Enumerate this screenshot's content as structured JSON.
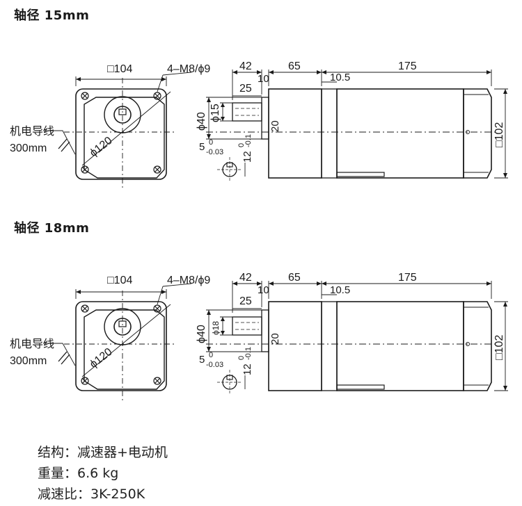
{
  "drawings": [
    {
      "title": "轴径 15mm",
      "labels": {
        "square_104": "□104",
        "bolt": "4–M8/ϕ9",
        "wire1": "机电导线",
        "wire2": "300mm",
        "dia120": "ϕ120",
        "d42": "42",
        "d65": "65",
        "d175": "175",
        "d10": "10",
        "d10_5": "10.5",
        "d25": "25",
        "dia40": "ϕ40",
        "shaft": "ϕ15",
        "d20": "20",
        "square_102": "□102",
        "key5": "5",
        "key5_tol_up": "0",
        "key5_tol_down": "-0.03",
        "key12": "12",
        "key12_tol_up": "0",
        "key12_tol_down": "-0.1"
      }
    },
    {
      "title": "轴径 18mm",
      "labels": {
        "square_104": "□104",
        "bolt": "4–M8/ϕ9",
        "wire1": "机电导线",
        "wire2": "300mm",
        "dia120": "ϕ120",
        "d42": "42",
        "d65": "65",
        "d175": "175",
        "d10": "10",
        "d10_5": "10.5",
        "d25": "25",
        "dia40": "ϕ40",
        "shaft": "ϕ18",
        "d20": "20",
        "square_102": "□102",
        "key5": "5",
        "key5_tol_up": "0",
        "key5_tol_down": "-0.03",
        "key12": "12",
        "key12_tol_up": "0",
        "key12_tol_down": "-0.1"
      }
    }
  ],
  "specs": [
    {
      "label": "结构：",
      "value": "减速器+电动机"
    },
    {
      "label": "重量：",
      "value": "6.6 kg"
    },
    {
      "label": "减速比：",
      "value": "3K-250K"
    }
  ]
}
